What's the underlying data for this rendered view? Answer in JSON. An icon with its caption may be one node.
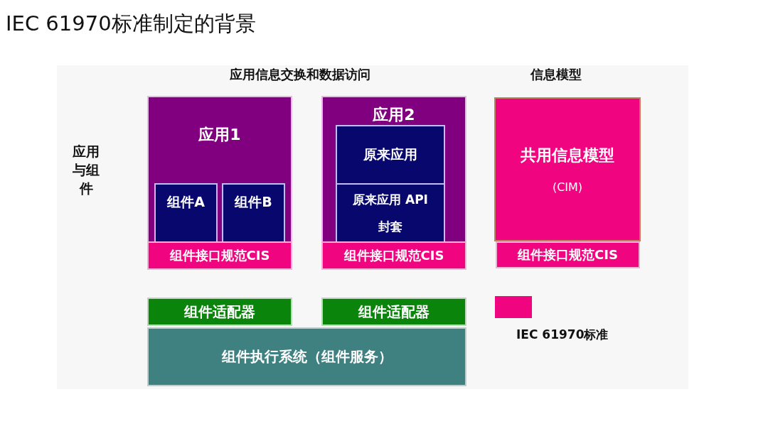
{
  "diagram": {
    "title": "IEC 61970标准制定的背景",
    "nodes": [
      {
        "text": [
          "应用1"
        ]
      },
      {
        "text": [
          "组件A"
        ],
        "in": 0
      },
      {
        "text": [
          "组件B"
        ],
        "in": 0
      },
      {
        "text": [
          "组件接口规范CIS"
        ],
        "in": 0
      },
      {
        "text": [
          "应用2"
        ]
      },
      {
        "text": [
          "原来应用"
        ],
        "in": 4
      },
      {
        "text": [
          "原来应用 API",
          "封套"
        ],
        "in": 4
      },
      {
        "text": [
          "组件接口规范CIS"
        ],
        "in": 4
      },
      {
        "text": [
          "共用信息模型",
          "(CIM)"
        ]
      },
      {
        "text": [
          "组件接口规范CIS"
        ]
      },
      {
        "text": [
          "组件适配器"
        ]
      },
      {
        "text": [
          "组件适配器"
        ]
      },
      {
        "text": [
          "组件执行系统（组件服务）"
        ]
      }
    ],
    "labels": [
      "应用信息交换和数据访问",
      "信息模型",
      "应用与组件"
    ],
    "legend": [
      {
        "text": "IEC 61970标准",
        "color": "#f0047f"
      }
    ]
  }
}
